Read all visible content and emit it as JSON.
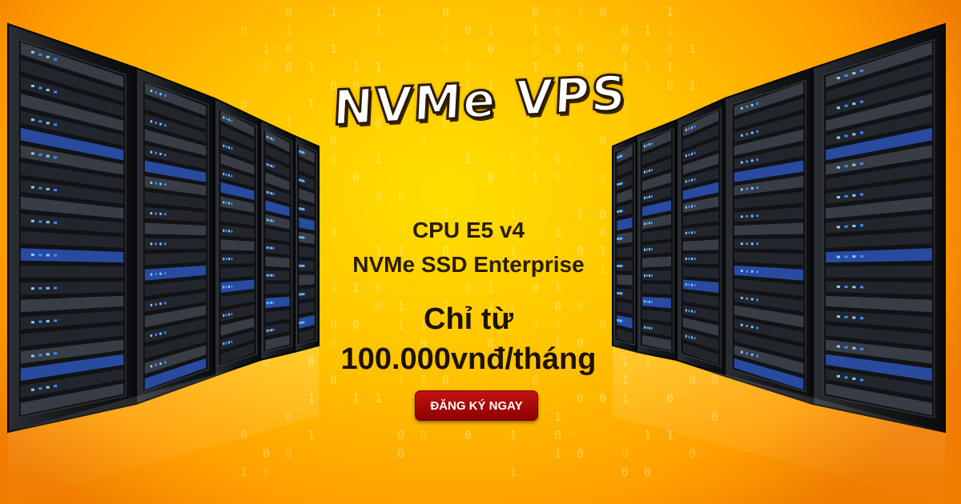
{
  "banner": {
    "title": "NVMe VPS",
    "specs": [
      "CPU E5 v4",
      "NVMe SSD Enterprise"
    ],
    "price_line1": "Chỉ từ",
    "price_line2": "100.000vnđ/tháng",
    "cta_label": "ĐĂNG KÝ NGAY"
  },
  "colors": {
    "background_center": "#ffe000",
    "background_edge": "#f07d00",
    "cta_button": "#b00d0d",
    "text_dark": "#2b1b00",
    "rack_body": "#1a1c20",
    "rack_led_blue": "#3a8cff"
  },
  "icons": {
    "decoration": [
      "server-rack-icon",
      "binary-digits-pattern"
    ]
  }
}
